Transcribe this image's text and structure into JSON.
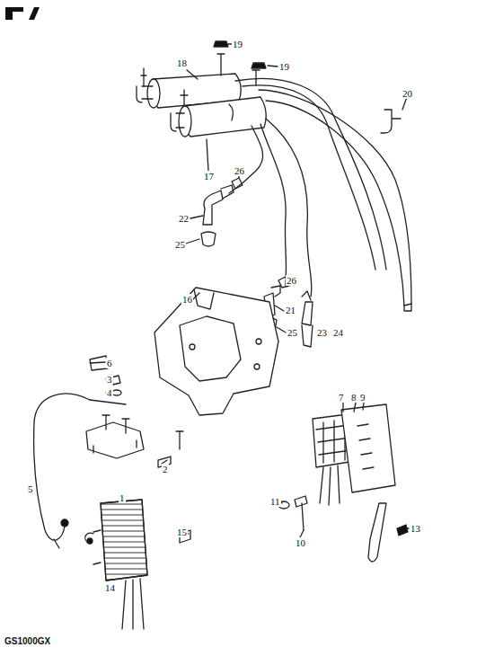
{
  "diagram": {
    "labels": [
      "18",
      "19",
      "19",
      "17",
      "20",
      "26",
      "22",
      "25",
      "26",
      "21",
      "25",
      "23",
      "24",
      "16",
      "6",
      "3",
      "4",
      "5",
      "2",
      "1",
      "14",
      "15",
      "7",
      "8",
      "9",
      "10",
      "11",
      "13",
      "GS1000GX"
    ]
  }
}
